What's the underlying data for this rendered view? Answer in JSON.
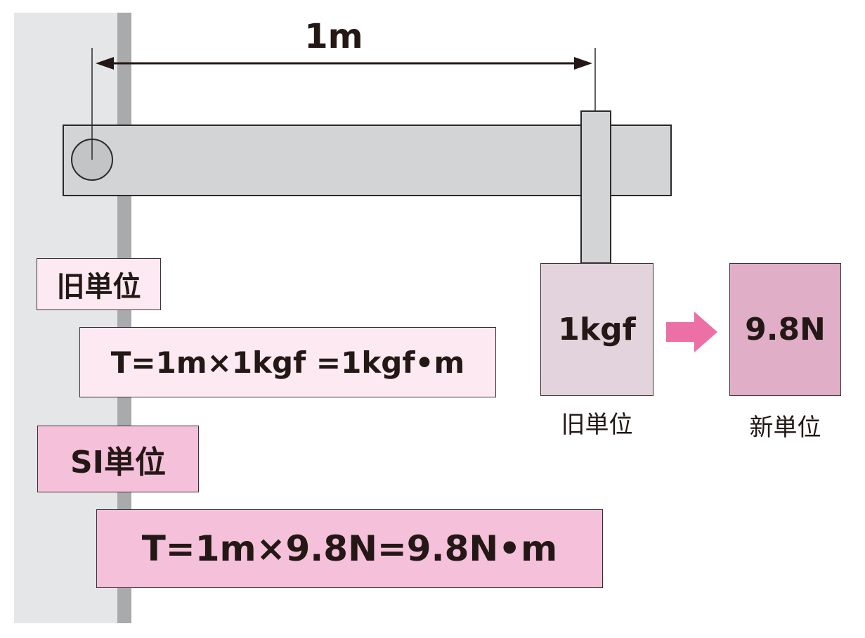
{
  "diagram": {
    "distance_label": "1m",
    "old_unit_heading": "旧単位",
    "old_formula": "T=1m×1kgf =1kgf•m",
    "si_unit_heading": "SI単位",
    "si_formula": "T=1m×9.8N=9.8N•m",
    "old_weight_value": "1kgf",
    "new_weight_value": "9.8N",
    "old_weight_caption": "旧単位",
    "new_weight_caption": "新単位"
  },
  "colors": {
    "wall": "#e5e6e8",
    "bar": "#d3d4d6",
    "old_box": "#fde9f1",
    "si_box": "#f5c0d9",
    "old_weight": "#e3d3dc",
    "new_weight": "#e0aec6",
    "arrow": "#ec6fa6"
  }
}
